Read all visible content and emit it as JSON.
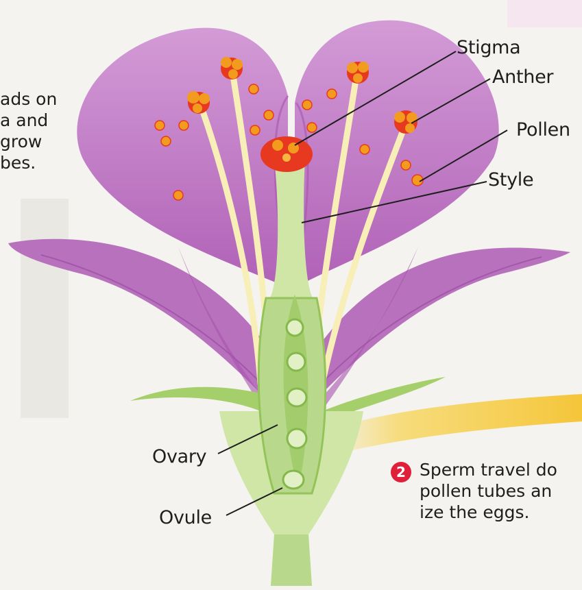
{
  "labels": {
    "stigma": "Stigma",
    "anther": "Anther",
    "pollen": "Pollen",
    "style": "Style",
    "ovary": "Ovary",
    "ovule": "Ovule"
  },
  "left_text": {
    "line1": "ads on",
    "line2": "a and",
    "line3": "grow",
    "line4": "bes."
  },
  "step2": {
    "number": "2",
    "line1": "Sperm travel do",
    "line2": "pollen tubes an",
    "line3": "ize the eggs."
  },
  "colors": {
    "petal": "#c77fcb",
    "petal_dark": "#a653ad",
    "stem_green": "#cfe6a6",
    "stigma_red": "#e7391f",
    "pollen_orange": "#f39b1e",
    "filament": "#fbf3c8",
    "pollen_tube_yellow": "#f7d24a",
    "badge_red": "#e0203a"
  }
}
